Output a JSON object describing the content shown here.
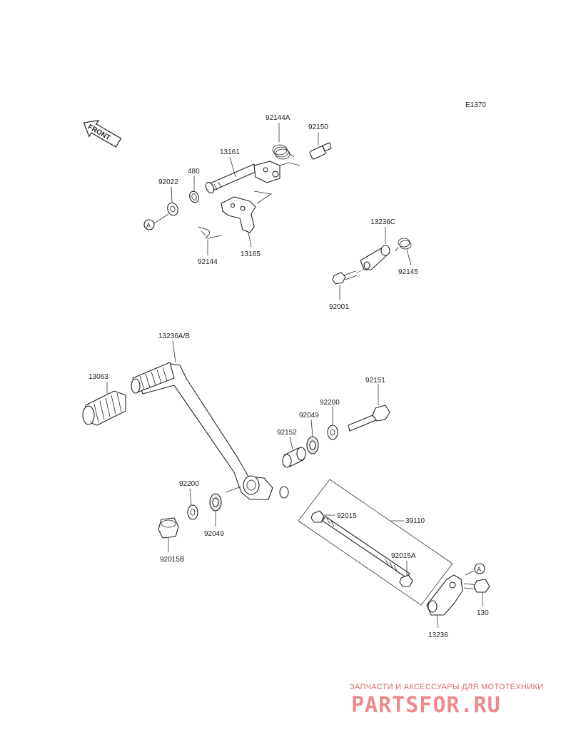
{
  "ref_code": "E1370",
  "front_arrow": {
    "label": "FRONT",
    "icon": "front-arrow-icon"
  },
  "callouts": {
    "a_marker": "A"
  },
  "labels": {
    "p92144A": "92144A",
    "p92150": "92150",
    "p13161": "13161",
    "p480": "480",
    "p92022": "92022",
    "p92144": "92144",
    "p13165": "13165",
    "p13236C": "13236C",
    "p92145": "92145",
    "p92001": "92001",
    "p13236AB": "13236A/B",
    "p13063": "13063",
    "p92151": "92151",
    "p92200a": "92200",
    "p92049a": "92049",
    "p92152": "92152",
    "p92200b": "92200",
    "p92049b": "92049",
    "p92015B": "92015B",
    "p92015": "92015",
    "p39110": "39110",
    "p92015A": "92015A",
    "p130": "130",
    "p13236": "13236"
  },
  "watermark": {
    "tagline": "ЗАПЧАСТИ И АКСЕССУАРЫ ДЛЯ МОТОТЕХНИКИ",
    "brand": "PARTSFOR.RU",
    "color": "#ee8a8a"
  }
}
